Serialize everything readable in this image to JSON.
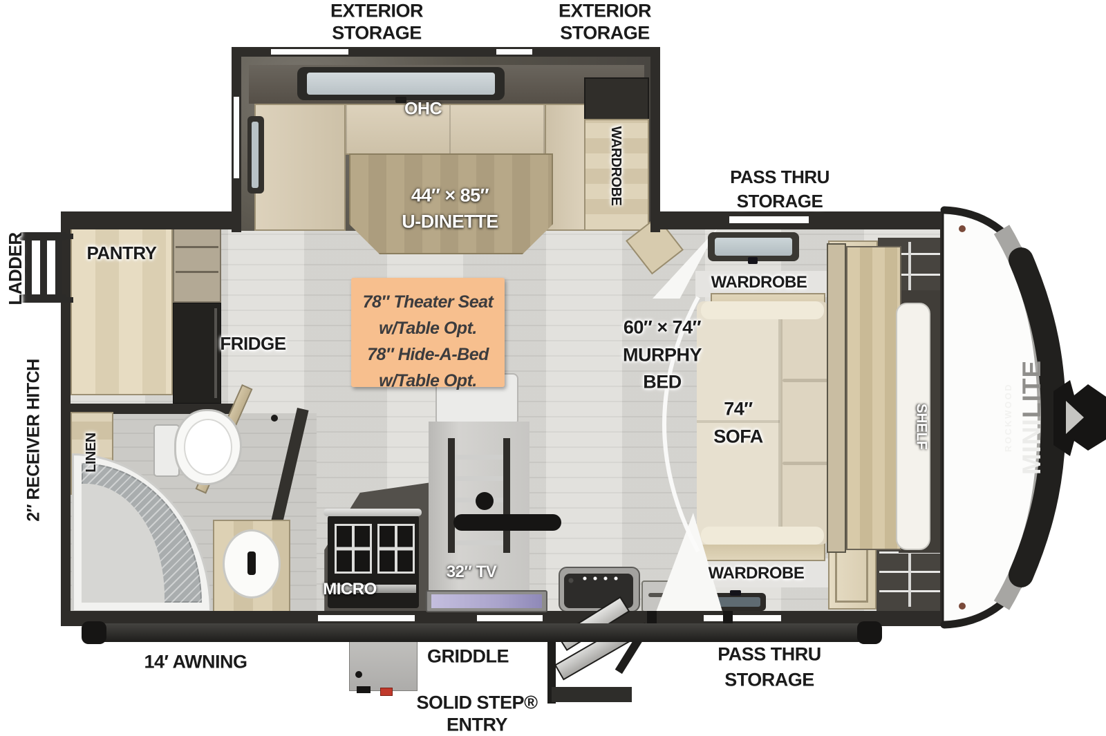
{
  "title": "Rockwood Mini Lite travel trailer floorplan (murphy bed / U-dinette model)",
  "labels": {
    "exterior_storage_line1": "EXTERIOR",
    "exterior_storage_line2": "STORAGE",
    "pass_thru_line1": "PASS THRU",
    "pass_thru_line2": "STORAGE",
    "ohc": "OHC",
    "dinette_size": "44″ × 85″",
    "dinette_name": "U-DINETTE",
    "wardrobe": "WARDROBE",
    "murphy_size": "60″ × 74″",
    "murphy_line2": "MURPHY",
    "murphy_line3": "BED",
    "sofa_size": "74″",
    "sofa_name": "SOFA",
    "shelf": "SHELF",
    "pantry": "PANTRY",
    "fridge": "FRIDGE",
    "linen": "LINEN",
    "ladder": "LADDER",
    "receiver_hitch": "2″ RECEIVER HITCH",
    "micro": "MICRO",
    "tv": "32″ TV",
    "awning": "14′ AWNING",
    "griddle": "GRIDDLE",
    "solid_step_line1": "SOLID STEP®",
    "solid_step_line2": "ENTRY"
  },
  "option_box": {
    "line1": "78″ Theater Seat",
    "line2": "w/Table Opt.",
    "line3": "78″ Hide-A-Bed",
    "line4": "w/Table Opt."
  },
  "brand": {
    "maker": "ROCKWOOD",
    "model_strong": "MINI",
    "model_light": "LITE"
  },
  "colors": {
    "option_box_bg": "#F7BF8E",
    "wall_dark": "#2E2C29",
    "wood_tan": "#DCD1B8",
    "floor_gray": "#D9D8D4",
    "tv_screen": "#B6B0D4"
  }
}
